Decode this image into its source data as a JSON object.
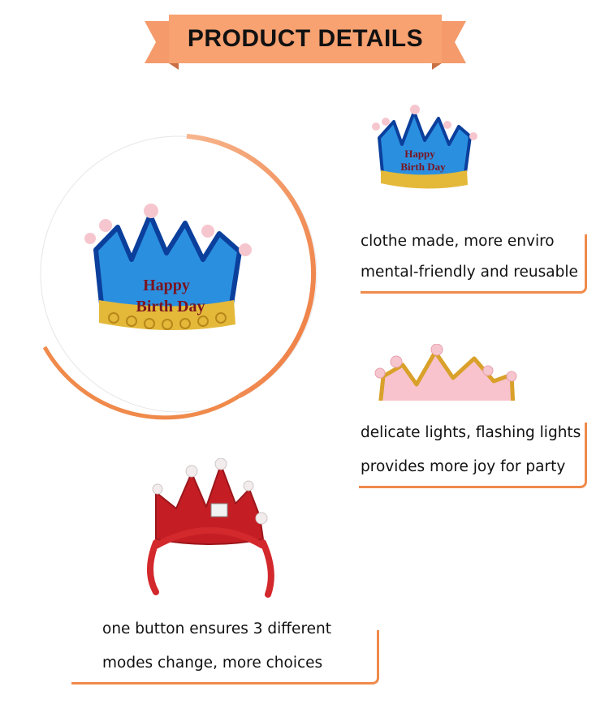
{
  "header": {
    "title": "PRODUCT DETAILS",
    "ribbon_color": "#f59b6b"
  },
  "hero": {
    "crown_text_line1": "Happy",
    "crown_text_line2": "Birth Day",
    "circle_color": "#f08a4b"
  },
  "small_blue_crown": {
    "text_line1": "Happy",
    "text_line2": "Birth Day"
  },
  "features": [
    {
      "line1": "clothe made, more enviro",
      "line2": "mental-friendly and reusable"
    },
    {
      "line1": "delicate lights, flashing lights",
      "line2": "provides more joy for party"
    },
    {
      "line1": "one button ensures 3 different",
      "line2": "modes change, more choices"
    }
  ],
  "colors": {
    "accent": "#f08a4b",
    "crown_blue": "#1f7fd6",
    "crown_pink": "#f6b7c4",
    "crown_red": "#c21d22",
    "gold": "#e0b22a"
  }
}
